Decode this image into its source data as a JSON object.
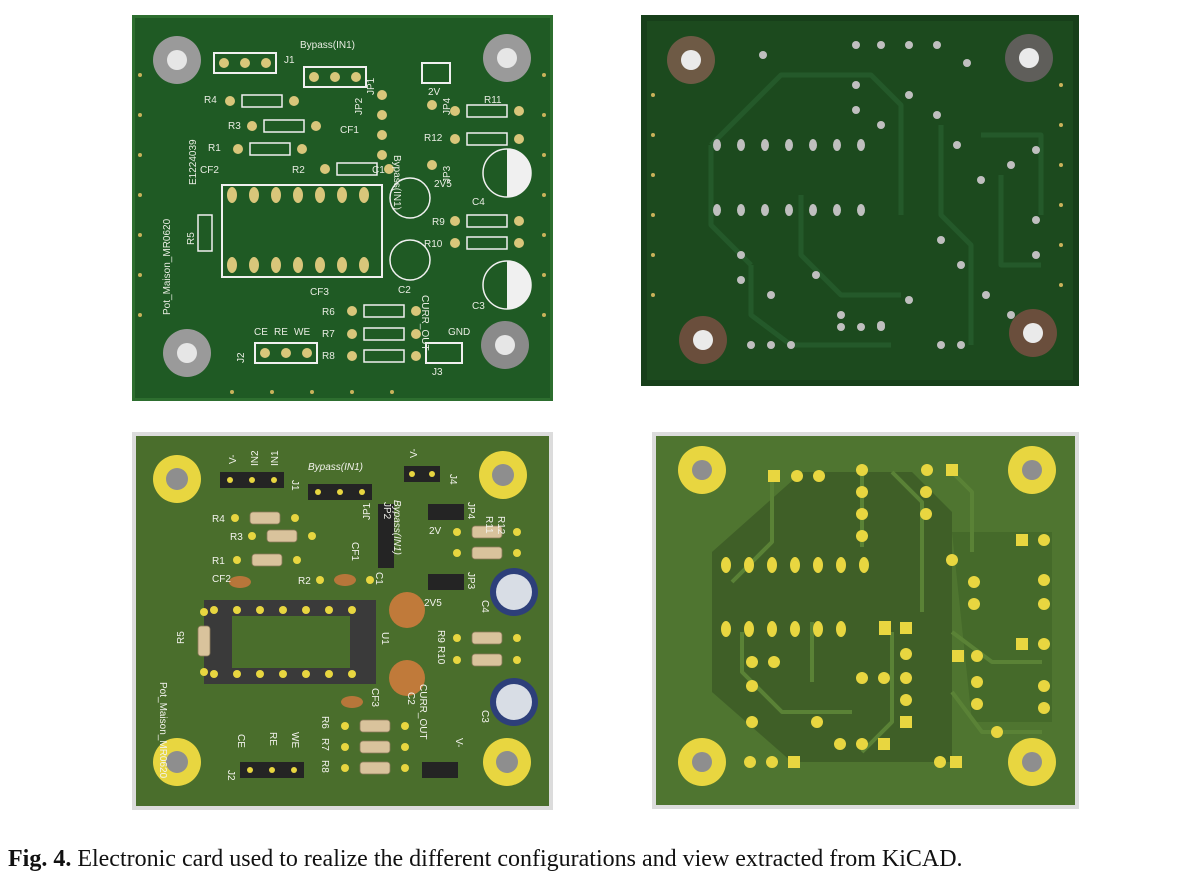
{
  "caption": {
    "label": "Fig. 4.",
    "text": "Electronic card used to realize the different configurations and view extracted from KiCAD."
  },
  "panels": {
    "photo_top": {
      "board_name": "Pot_Maison_MR0620",
      "serial": "E1224039",
      "labels": {
        "r4": "R4",
        "r3": "R3",
        "r1": "R1",
        "cf2": "CF2",
        "r5": "R5",
        "r2": "R2",
        "cf1": "CF1",
        "c1": "C1",
        "bypass": "Bypass(IN1)",
        "jp1": "JP1",
        "jp2": "JP2",
        "jp4": "JP4",
        "jp3": "JP3",
        "r11": "R11",
        "r12": "R12",
        "v2": "2V",
        "v25": "2V5",
        "c4": "C4",
        "r9": "R9",
        "r10": "R10",
        "c2": "C2",
        "c3": "C3",
        "cf3": "CF3",
        "r6": "R6",
        "r7": "R7",
        "r8": "R8",
        "curr_out": "CURR_OUT",
        "gnd": "GND",
        "ce": "CE",
        "re": "RE",
        "we": "WE",
        "j2": "J2",
        "j3": "J3",
        "j1": "J1"
      }
    },
    "render_top": {
      "board_name": "Pot_Maison_MR0620",
      "labels": {
        "v_minus": "V-",
        "in2": "IN2",
        "in1": "IN1",
        "j1": "J1",
        "bypass": "Bypass(IN1)",
        "j4": "J4",
        "jp1": "JP1",
        "jp2": "JP2",
        "jp4": "JP4",
        "jp3": "JP3",
        "r4": "R4",
        "r3": "R3",
        "r1": "R1",
        "cf2": "CF2",
        "cf1": "CF1",
        "r2": "R2",
        "r5": "R5",
        "r11": "R11",
        "r12": "R12",
        "v2": "2V",
        "v25": "2V5",
        "c4": "C4",
        "c1": "C1",
        "u1": "U1",
        "r9": "R9",
        "r10": "R10",
        "c2": "C2",
        "c3": "C3",
        "cf3": "CF3",
        "r6": "R6",
        "r7": "R7",
        "r8": "R8",
        "curr_out": "CURR_OUT",
        "ce": "CE",
        "re": "RE",
        "we": "WE",
        "j2": "J2",
        "vminus2": "V-"
      }
    }
  },
  "colors": {
    "pcb_photo": "#1f5a24",
    "pcb_photo_dark": "#173f1a",
    "pcb_render": "#4a6e2c",
    "pcb_render_dark": "#3f5f27",
    "trace_render": "#5a8236",
    "pad_gold": "#e8d640",
    "silk": "#e8ece2"
  }
}
